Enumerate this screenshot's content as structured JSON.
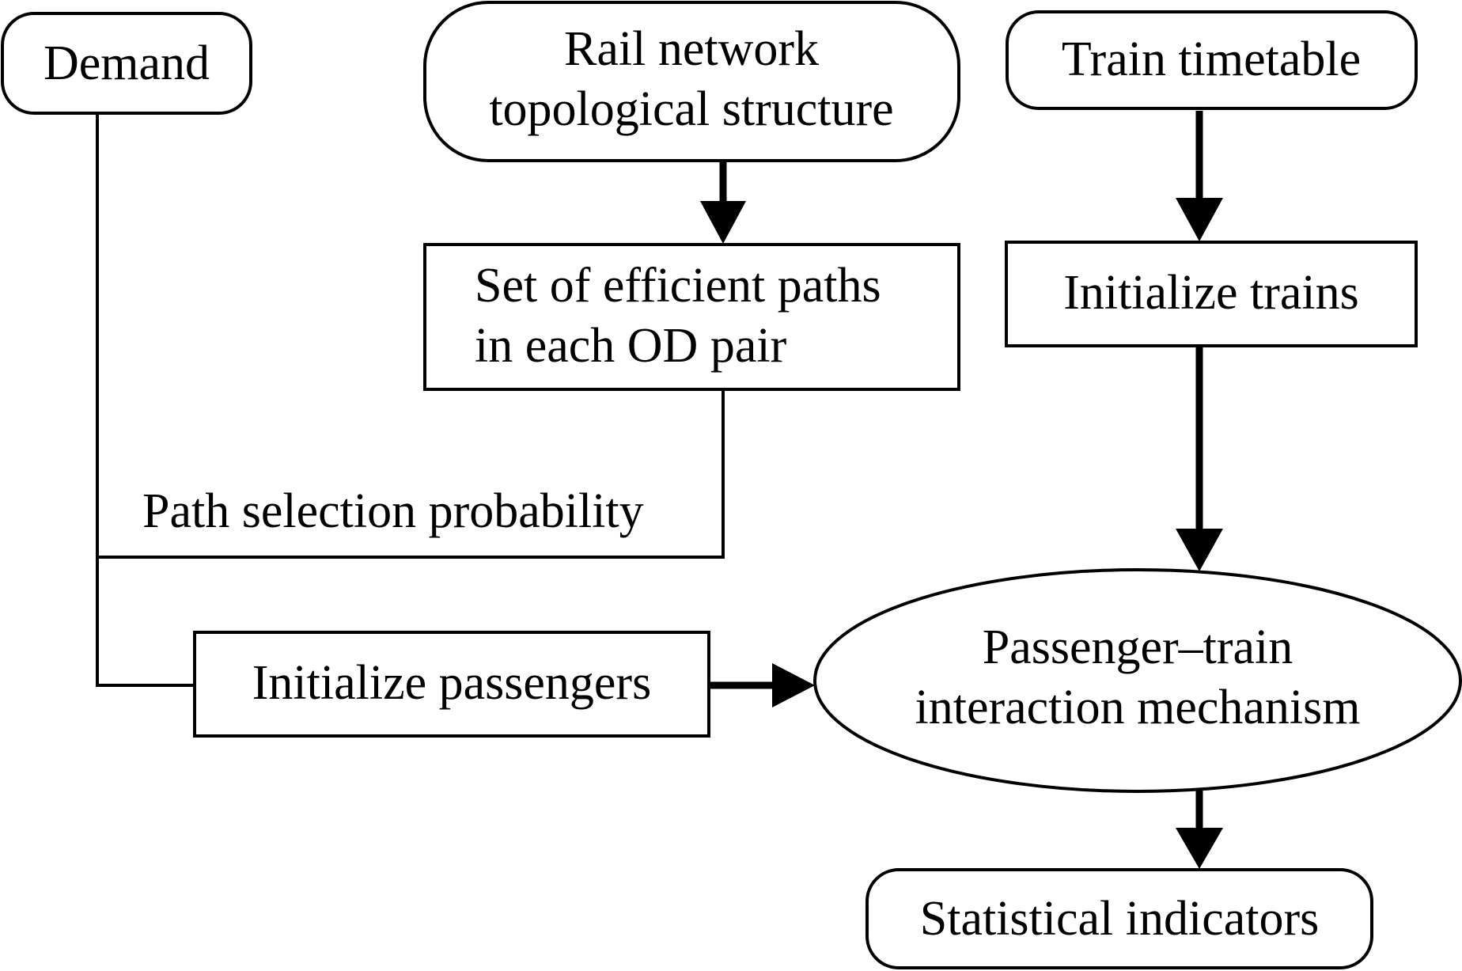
{
  "nodes": {
    "demand": {
      "label": "Demand"
    },
    "rail_network": {
      "line1": "Rail network",
      "line2": "topological structure"
    },
    "train_timetable": {
      "label": "Train timetable"
    },
    "efficient_paths": {
      "line1": "Set of efficient paths",
      "line2": "in each OD pair"
    },
    "initialize_trains": {
      "label": "Initialize trains"
    },
    "initialize_passengers": {
      "label": "Initialize passengers"
    },
    "interaction": {
      "line1": "Passenger–train",
      "line2": "interaction mechanism"
    },
    "statistical_indicators": {
      "label": "Statistical indicators"
    }
  },
  "edges": {
    "path_selection_label": "Path selection probability"
  }
}
